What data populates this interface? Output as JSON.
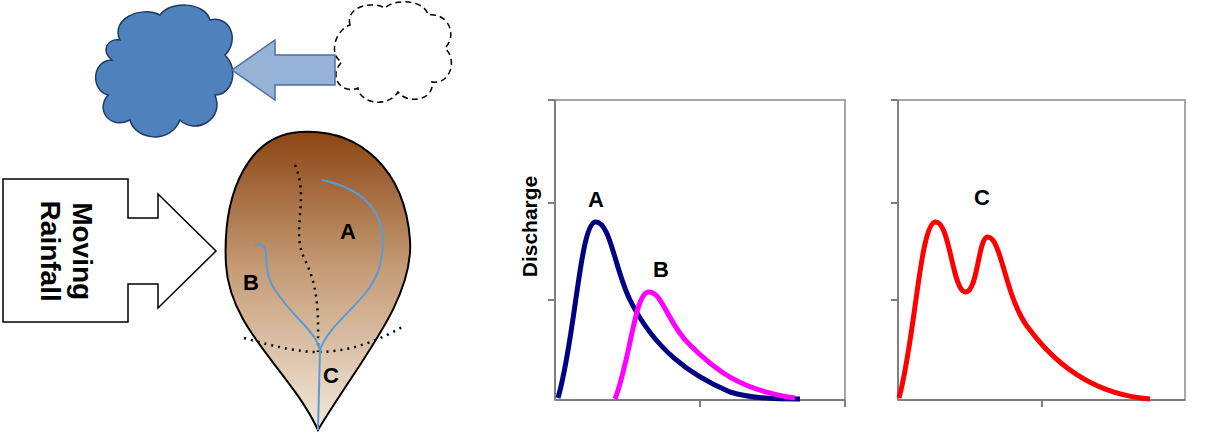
{
  "diagram": {
    "nodes": [
      {
        "text": [
          "Moving Rainfall"
        ]
      }
    ],
    "labels": [
      "A",
      "B",
      "C",
      "Discharge",
      "A",
      "B",
      "C"
    ]
  }
}
